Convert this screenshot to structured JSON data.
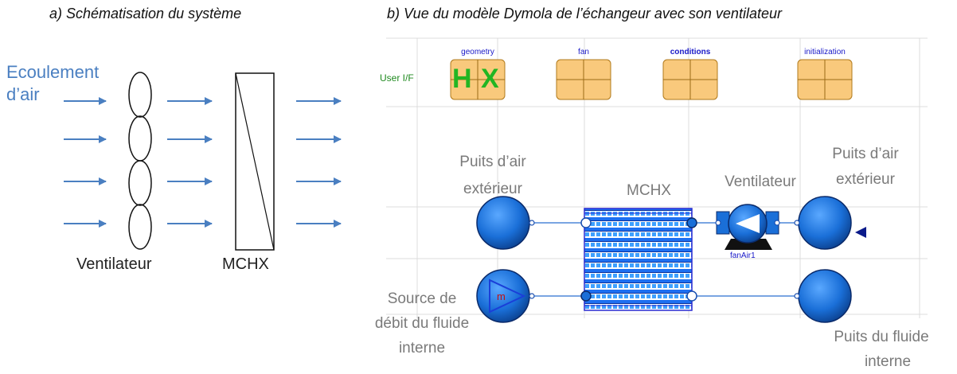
{
  "captions": {
    "left": "a) Schématisation du système",
    "right": "b) Vue du modèle Dymola de l’échangeur avec son ventilateur"
  },
  "schematic": {
    "air_flow_line1": "Ecoulement",
    "air_flow_line2": "d’air",
    "fan_label": "Ventilateur",
    "hx_label": "MCHX"
  },
  "dymola": {
    "user_if": "User I/F",
    "records": [
      "geometry",
      "fan",
      "conditions",
      "initialization"
    ],
    "hx_icon_letters": [
      "H",
      "X"
    ],
    "fan_instance": "fanAir1",
    "source_symbol": "m"
  },
  "labels": {
    "air_sink_left_1": "Puits d’air",
    "air_sink_left_2": "extérieur",
    "mchx": "MCHX",
    "fan": "Ventilateur",
    "air_sink_right_1": "Puits d’air",
    "air_sink_right_2": "extérieur",
    "source_1": "Source de",
    "source_2": "débit du fluide",
    "source_3": "interne",
    "fluid_sink_1": "Puits du fluide",
    "fluid_sink_2": "interne"
  },
  "colors": {
    "arrow": "#4a7fc1",
    "record_fill": "#f9c97c",
    "component_blue": "#1a6fd8",
    "grid": "#dcdcdc"
  }
}
